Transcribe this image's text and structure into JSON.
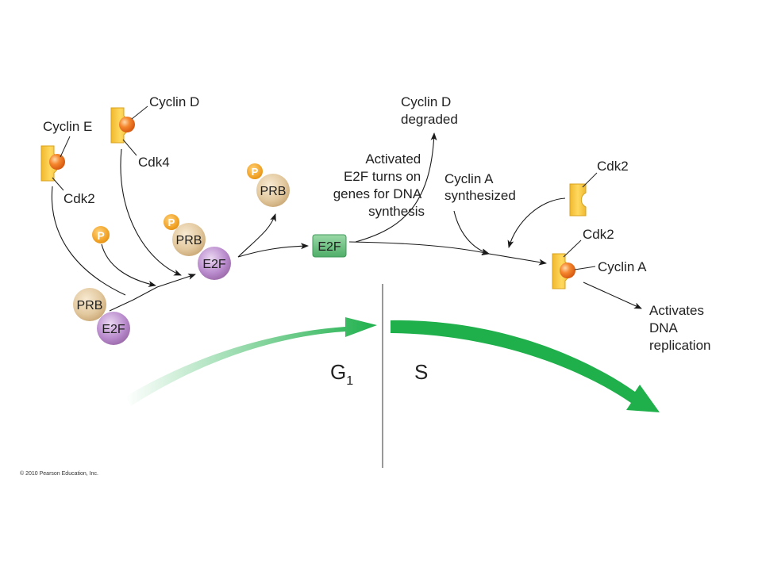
{
  "labels": {
    "cyclin_e": "Cyclin E",
    "cdk2_left": "Cdk2",
    "cyclin_d": "Cyclin D",
    "cdk4": "Cdk4",
    "cyclin_d_degraded": [
      "Cyclin D",
      "degraded"
    ],
    "activated_e2f": [
      "Activated",
      "E2F turns on",
      "genes for DNA",
      "synthesis"
    ],
    "cyclin_a_synthesized": [
      "Cyclin A",
      "synthesized"
    ],
    "cdk2_free": "Cdk2",
    "cdk2_complex": "Cdk2",
    "cyclin_a": "Cyclin A",
    "activates_dna": [
      "Activates",
      "DNA",
      "replication"
    ]
  },
  "molecules": {
    "prb": "PRB",
    "e2f": "E2F",
    "phosphate": "P"
  },
  "phases": {
    "g1": "G",
    "g1_subscript": "1",
    "s": "S"
  },
  "credit": "© 2010 Pearson Education, Inc.",
  "colors": {
    "kinase": "#f5c842",
    "kinase_edge": "#d9a21e",
    "cyclin": "#f07a25",
    "prb": "#dcc096",
    "e2f_purple": "#b282c6",
    "e2f_green": "#5dba78",
    "phosphate": "#f0a020",
    "arrow_green": "#1fb04c"
  }
}
